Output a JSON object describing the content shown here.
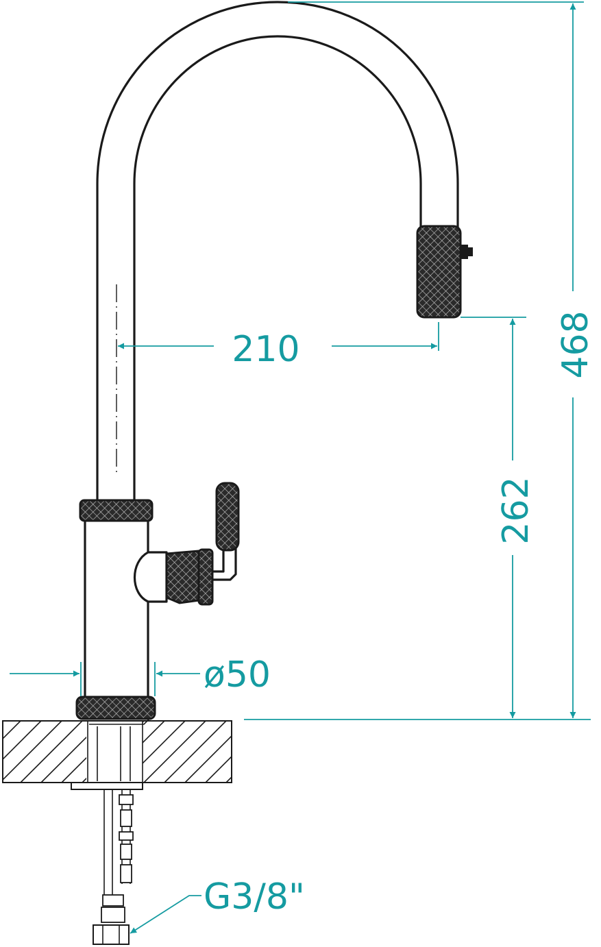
{
  "drawing": {
    "colors": {
      "dimension": "#159ba1",
      "outline": "#1a1a1a",
      "knurl": "#2a2a2a"
    },
    "dimensions": {
      "reach": "210",
      "total_height": "468",
      "spout_height": "262",
      "body_diameter": "ø50",
      "connection_thread": "G3/8\""
    }
  }
}
